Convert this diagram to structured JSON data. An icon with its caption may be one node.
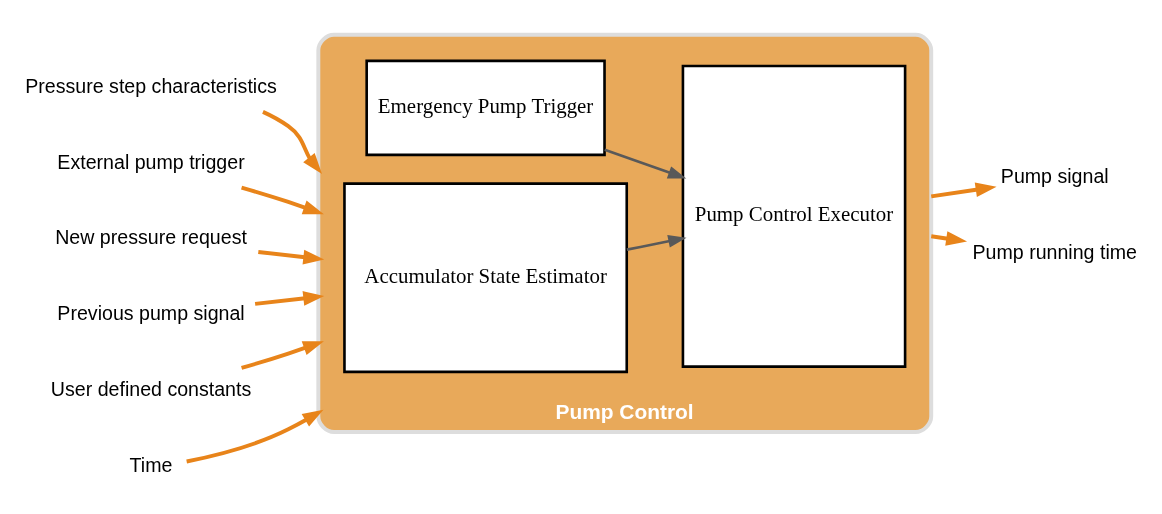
{
  "diagram": {
    "nodes": [
      {
        "text": [
          "Pump Control"
        ]
      },
      {
        "text": [
          "Emergency Pump Trigger"
        ],
        "in": 0
      },
      {
        "text": [
          "Pump Control Executor"
        ],
        "in": 0
      },
      {
        "text": [
          "Accumulator State Estimator"
        ],
        "in": 0
      },
      {
        "text": [
          "Pressure step characteristics"
        ]
      },
      {
        "text": [
          "External pump trigger"
        ]
      },
      {
        "text": [
          "New pressure request"
        ]
      },
      {
        "text": [
          "Previous pump signal"
        ]
      },
      {
        "text": [
          "User defined constants"
        ]
      },
      {
        "text": [
          "Time"
        ]
      },
      {
        "text": [
          "Pump signal"
        ]
      },
      {
        "text": [
          "Pump running time"
        ]
      }
    ],
    "edges": [
      {
        "from": 1,
        "to": 2,
        "arrow": "to",
        "color": "#595959"
      },
      {
        "from": 3,
        "to": 2,
        "arrow": "to",
        "color": "#595959"
      },
      {
        "from": 4,
        "to": 0,
        "arrow": "to"
      },
      {
        "from": 5,
        "to": 0,
        "arrow": "to"
      },
      {
        "from": 6,
        "to": 0,
        "arrow": "to"
      },
      {
        "from": 7,
        "to": 0,
        "arrow": "to"
      },
      {
        "from": 8,
        "to": 0,
        "arrow": "to"
      },
      {
        "from": 9,
        "to": 0,
        "arrow": "to"
      },
      {
        "from": 0,
        "to": 10,
        "arrow": "to"
      },
      {
        "from": 0,
        "to": 11,
        "arrow": "to"
      }
    ]
  }
}
